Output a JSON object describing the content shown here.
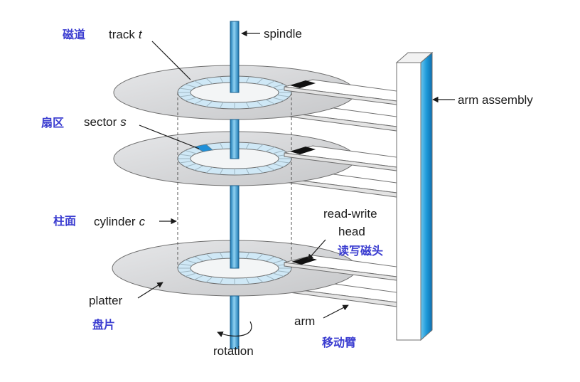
{
  "labels": {
    "track": {
      "zh": "磁道",
      "word": "track",
      "var": "t"
    },
    "spindle": "spindle",
    "arm_assembly": "arm assembly",
    "sector": {
      "zh": "扇区",
      "word": "sector",
      "var": "s"
    },
    "cylinder": {
      "zh": "柱面",
      "word": "cylinder",
      "var": "c"
    },
    "read_write_head": {
      "line1": "read-write",
      "line2": "head",
      "zh": "读写磁头"
    },
    "platter": {
      "word": "platter",
      "zh": "盘片"
    },
    "arm": {
      "word": "arm",
      "zh": "移动臂"
    },
    "rotation": "rotation"
  },
  "colors": {
    "zh_label": "#3a3cd0",
    "head": "#111111",
    "track": "#cfe8f6",
    "sector": "#1f8fd8",
    "spindle": "#3aa6dc",
    "platter": "#d4d5d7",
    "assembly_side": "#2aa3de"
  }
}
